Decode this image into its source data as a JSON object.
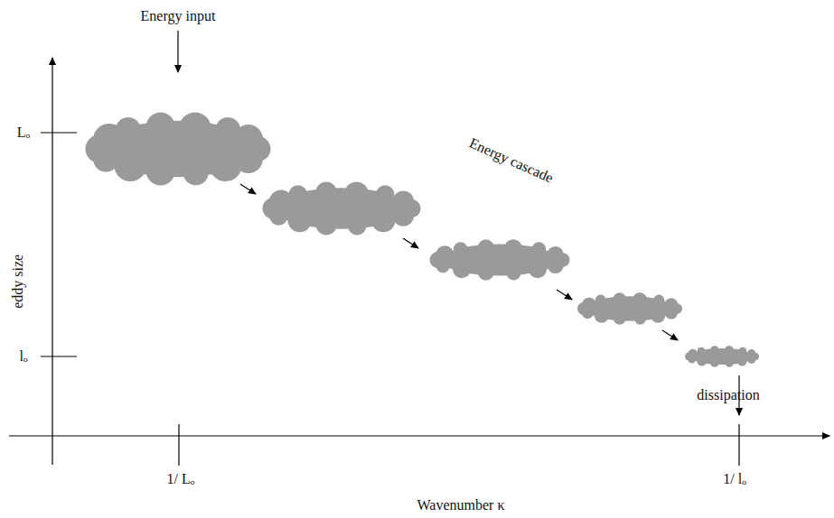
{
  "diagram": {
    "labels": [
      "Energy input",
      "Lₒ",
      "Energy cascade",
      "eddy size",
      "lₒ",
      "dissipation",
      "1/ Lₒ",
      "1/ lₒ",
      "Wavenumber κ"
    ]
  }
}
